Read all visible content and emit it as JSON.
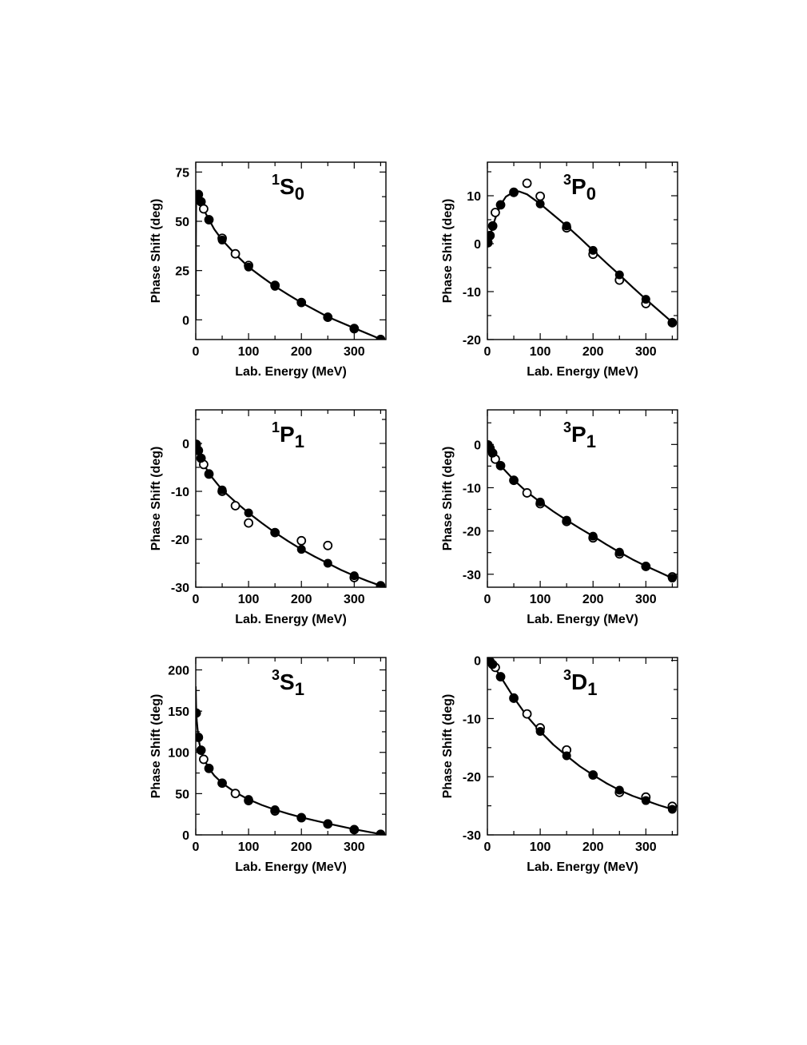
{
  "chart_data": [
    {
      "type": "scatter",
      "title": {
        "sup": "1",
        "main": "S",
        "sub": "0"
      },
      "xlabel": "Lab. Energy (MeV)",
      "ylabel": "Phase Shift (deg)",
      "xlim": [
        0,
        360
      ],
      "ylim": [
        -10,
        80
      ],
      "xticks": [
        0,
        100,
        200,
        300
      ],
      "yticks": [
        0,
        25,
        50,
        75
      ],
      "grid": false,
      "series": [
        {
          "marker": "open-circle",
          "x": [
            1,
            5,
            10,
            15,
            25,
            50,
            75,
            100,
            150,
            200,
            250,
            300,
            350
          ],
          "y": [
            62.0,
            63.6,
            59.9,
            56.3,
            50.8,
            41.4,
            33.5,
            27.6,
            17.5,
            8.8,
            1.3,
            -4.5,
            -10.0
          ]
        },
        {
          "marker": "filled-circle",
          "x": [
            1,
            5,
            10,
            25,
            50,
            100,
            150,
            200,
            250,
            300,
            350
          ],
          "y": [
            62.1,
            63.6,
            60.0,
            50.9,
            40.5,
            26.8,
            17.0,
            8.7,
            1.5,
            -4.2,
            -9.8
          ]
        },
        {
          "line": "solid",
          "x": [
            0,
            0.2,
            0.5,
            1,
            2,
            3,
            5,
            7,
            10,
            15,
            20,
            25,
            35,
            50,
            75,
            100,
            125,
            150,
            175,
            200,
            250,
            300,
            350
          ],
          "y": [
            0,
            35,
            55,
            62.1,
            64.0,
            64.3,
            63.6,
            62.6,
            60.0,
            56.0,
            53.4,
            50.9,
            46.0,
            40.5,
            33.3,
            26.8,
            21.8,
            17.0,
            12.8,
            8.7,
            1.5,
            -4.2,
            -9.8
          ]
        }
      ]
    },
    {
      "type": "scatter",
      "title": {
        "sup": "3",
        "main": "P",
        "sub": "0"
      },
      "xlabel": "Lab. Energy (MeV)",
      "ylabel": "Phase Shift (deg)",
      "xlim": [
        0,
        360
      ],
      "ylim": [
        -20,
        17
      ],
      "xticks": [
        0,
        100,
        200,
        300
      ],
      "yticks": [
        -20,
        -10,
        0,
        10
      ],
      "grid": false,
      "series": [
        {
          "marker": "open-circle",
          "x": [
            1,
            5,
            10,
            15,
            25,
            50,
            75,
            100,
            150,
            200,
            250,
            300,
            350
          ],
          "y": [
            0.2,
            1.7,
            3.7,
            6.5,
            8.1,
            10.7,
            12.6,
            9.9,
            3.3,
            -2.2,
            -7.6,
            -12.5,
            -16.5
          ]
        },
        {
          "marker": "filled-circle",
          "x": [
            1,
            5,
            10,
            25,
            50,
            100,
            150,
            200,
            250,
            300,
            350
          ],
          "y": [
            0.2,
            1.6,
            3.6,
            8.1,
            10.8,
            8.3,
            3.7,
            -1.4,
            -6.5,
            -11.6,
            -16.4
          ]
        },
        {
          "line": "solid",
          "x": [
            0,
            5,
            10,
            15,
            25,
            35,
            50,
            60,
            75,
            100,
            125,
            150,
            175,
            200,
            225,
            250,
            275,
            300,
            325,
            350
          ],
          "y": [
            0,
            1.6,
            3.6,
            5.3,
            8.1,
            9.8,
            10.8,
            10.9,
            10.3,
            8.3,
            6.0,
            3.7,
            1.2,
            -1.4,
            -4.0,
            -6.5,
            -9.1,
            -11.6,
            -14.0,
            -16.4
          ]
        }
      ]
    },
    {
      "type": "scatter",
      "title": {
        "sup": "1",
        "main": "P",
        "sub": "1"
      },
      "xlabel": "Lab. Energy (MeV)",
      "ylabel": "Phase Shift (deg)",
      "xlim": [
        0,
        360
      ],
      "ylim": [
        -30,
        7
      ],
      "xticks": [
        0,
        100,
        200,
        300
      ],
      "yticks": [
        -30,
        -20,
        -10,
        0
      ],
      "grid": false,
      "series": [
        {
          "marker": "open-circle",
          "x": [
            1,
            5,
            10,
            15,
            25,
            50,
            75,
            100,
            150,
            200,
            250,
            300,
            350
          ],
          "y": [
            -0.2,
            -1.5,
            -3.1,
            -4.4,
            -6.4,
            -10.0,
            -13.0,
            -16.6,
            -18.6,
            -20.3,
            -21.3,
            -28.0,
            -29.7
          ]
        },
        {
          "marker": "filled-circle",
          "x": [
            1,
            5,
            10,
            25,
            50,
            100,
            150,
            200,
            250,
            300,
            350
          ],
          "y": [
            -0.2,
            -1.4,
            -3.1,
            -6.3,
            -9.7,
            -14.5,
            -18.6,
            -22.1,
            -25.0,
            -27.6,
            -29.7
          ]
        },
        {
          "line": "solid",
          "x": [
            0,
            5,
            10,
            15,
            25,
            50,
            75,
            100,
            125,
            150,
            175,
            200,
            225,
            250,
            275,
            300,
            325,
            350
          ],
          "y": [
            0,
            -1.4,
            -3.1,
            -4.2,
            -6.3,
            -9.7,
            -12.2,
            -14.5,
            -16.6,
            -18.6,
            -20.4,
            -22.1,
            -23.6,
            -25.0,
            -26.4,
            -27.6,
            -28.7,
            -29.7
          ]
        }
      ]
    },
    {
      "type": "scatter",
      "title": {
        "sup": "3",
        "main": "P",
        "sub": "1"
      },
      "xlabel": "Lab. Energy (MeV)",
      "ylabel": "Phase Shift (deg)",
      "xlim": [
        0,
        360
      ],
      "ylim": [
        -33,
        8
      ],
      "xticks": [
        0,
        100,
        200,
        300
      ],
      "yticks": [
        -30,
        -20,
        -10,
        0
      ],
      "grid": false,
      "series": [
        {
          "marker": "open-circle",
          "x": [
            1,
            5,
            10,
            15,
            25,
            50,
            75,
            100,
            150,
            200,
            250,
            300,
            350
          ],
          "y": [
            -0.1,
            -0.9,
            -2.0,
            -3.4,
            -4.9,
            -8.3,
            -11.2,
            -13.7,
            -17.8,
            -21.6,
            -25.3,
            -28.2,
            -30.6
          ]
        },
        {
          "marker": "filled-circle",
          "x": [
            1,
            5,
            10,
            25,
            50,
            100,
            150,
            200,
            250,
            300,
            350
          ],
          "y": [
            -0.1,
            -0.9,
            -2.0,
            -4.9,
            -8.2,
            -13.3,
            -17.5,
            -21.2,
            -24.9,
            -28.1,
            -30.9
          ]
        },
        {
          "line": "solid",
          "x": [
            0,
            5,
            10,
            15,
            25,
            50,
            75,
            100,
            125,
            150,
            175,
            200,
            225,
            250,
            275,
            300,
            325,
            350
          ],
          "y": [
            0,
            -0.9,
            -2.0,
            -3.1,
            -4.9,
            -8.2,
            -11.0,
            -13.3,
            -15.5,
            -17.5,
            -19.4,
            -21.2,
            -23.1,
            -24.9,
            -26.6,
            -28.1,
            -29.5,
            -30.9
          ]
        }
      ]
    },
    {
      "type": "scatter",
      "title": {
        "sup": "3",
        "main": "S",
        "sub": "1"
      },
      "xlabel": "Lab. Energy (MeV)",
      "ylabel": "Phase Shift (deg)",
      "xlim": [
        0,
        360
      ],
      "ylim": [
        0,
        215
      ],
      "xticks": [
        0,
        100,
        200,
        300
      ],
      "yticks": [
        0,
        50,
        100,
        150,
        200
      ],
      "grid": false,
      "series": [
        {
          "marker": "open-circle",
          "x": [
            1,
            5,
            10,
            15,
            25,
            50,
            75,
            100,
            150,
            200,
            250,
            300,
            350
          ],
          "y": [
            147.7,
            118.2,
            102.6,
            91.6,
            80.6,
            62.7,
            50.2,
            41.6,
            29.0,
            20.8,
            13.2,
            6.3,
            0.7
          ]
        },
        {
          "marker": "filled-circle",
          "x": [
            1,
            5,
            10,
            25,
            50,
            100,
            150,
            200,
            250,
            300,
            350
          ],
          "y": [
            147.7,
            118.2,
            102.6,
            80.6,
            62.7,
            43.0,
            30.5,
            21.2,
            13.7,
            6.8,
            0.9
          ]
        },
        {
          "line": "solid",
          "x": [
            0,
            0.3,
            0.6,
            1,
            2,
            3,
            5,
            7,
            10,
            15,
            20,
            25,
            35,
            50,
            75,
            100,
            125,
            150,
            175,
            200,
            250,
            300,
            350
          ],
          "y": [
            180,
            168,
            158,
            147.7,
            138,
            131,
            118.2,
            110.5,
            102.6,
            93.5,
            86.5,
            80.6,
            72.0,
            62.7,
            51.5,
            43.0,
            36.2,
            30.5,
            25.6,
            21.2,
            13.7,
            6.8,
            0.9
          ]
        }
      ]
    },
    {
      "type": "scatter",
      "title": {
        "sup": "3",
        "main": "D",
        "sub": "1"
      },
      "xlabel": "Lab. Energy (MeV)",
      "ylabel": "Phase Shift (deg)",
      "xlim": [
        0,
        360
      ],
      "ylim": [
        -30,
        0.5
      ],
      "xticks": [
        0,
        100,
        200,
        300
      ],
      "yticks": [
        -30,
        -20,
        -10,
        0
      ],
      "grid": false,
      "series": [
        {
          "marker": "open-circle",
          "x": [
            1,
            5,
            10,
            15,
            25,
            50,
            75,
            100,
            150,
            200,
            250,
            300,
            350
          ],
          "y": [
            -0.1,
            -0.2,
            -0.7,
            -1.2,
            -2.8,
            -6.5,
            -9.2,
            -11.6,
            -15.4,
            -19.7,
            -22.7,
            -23.5,
            -25.1
          ]
        },
        {
          "marker": "filled-circle",
          "x": [
            1,
            5,
            10,
            25,
            50,
            100,
            150,
            200,
            250,
            300,
            350
          ],
          "y": [
            -0.1,
            -0.2,
            -0.7,
            -2.8,
            -6.4,
            -12.2,
            -16.4,
            -19.7,
            -22.3,
            -24.1,
            -25.6
          ]
        },
        {
          "line": "solid",
          "x": [
            0,
            5,
            10,
            15,
            25,
            50,
            75,
            100,
            125,
            150,
            175,
            200,
            225,
            250,
            275,
            300,
            325,
            350
          ],
          "y": [
            0,
            -0.2,
            -0.7,
            -1.4,
            -2.8,
            -6.4,
            -9.6,
            -12.2,
            -14.5,
            -16.4,
            -18.2,
            -19.7,
            -21.1,
            -22.3,
            -23.3,
            -24.1,
            -24.9,
            -25.6
          ]
        }
      ]
    }
  ]
}
